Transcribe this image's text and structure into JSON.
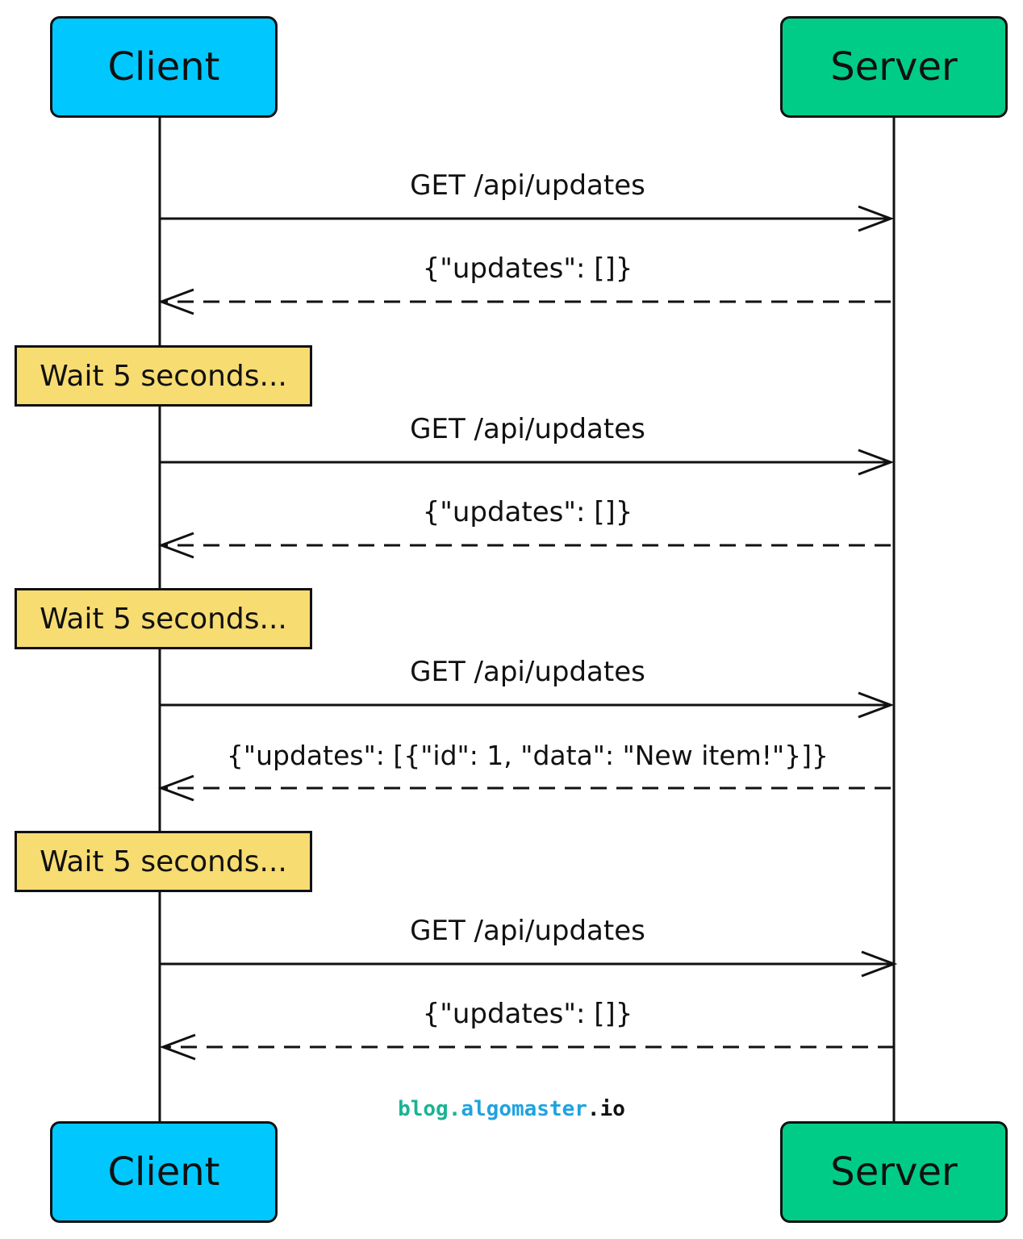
{
  "participants": {
    "client": {
      "label": "Client",
      "color": "#00c8ff"
    },
    "server": {
      "label": "Server",
      "color": "#00cc88"
    }
  },
  "messages": [
    {
      "label": "GET /api/updates",
      "from": "client",
      "to": "server",
      "style": "solid"
    },
    {
      "label": "{\"updates\": []}",
      "from": "server",
      "to": "client",
      "style": "dashed"
    },
    {
      "label": "GET /api/updates",
      "from": "client",
      "to": "server",
      "style": "solid"
    },
    {
      "label": "{\"updates\": []}",
      "from": "server",
      "to": "client",
      "style": "dashed"
    },
    {
      "label": "GET /api/updates",
      "from": "client",
      "to": "server",
      "style": "solid"
    },
    {
      "label": "{\"updates\": [{\"id\": 1, \"data\": \"New item!\"}]}",
      "from": "server",
      "to": "client",
      "style": "dashed"
    },
    {
      "label": "GET /api/updates",
      "from": "client",
      "to": "server",
      "style": "solid"
    },
    {
      "label": "{\"updates\": []}",
      "from": "server",
      "to": "client",
      "style": "dashed"
    }
  ],
  "notes": [
    {
      "label": "Wait 5 seconds...",
      "color": "#f7dc72"
    },
    {
      "label": "Wait 5 seconds...",
      "color": "#f7dc72"
    },
    {
      "label": "Wait 5 seconds..."
    }
  ],
  "watermark": {
    "part1": "blog",
    "part2": ".",
    "part3": "algomaster",
    "part4": ".io",
    "color1": "#1ab394",
    "color2": "#1ab394",
    "color3": "#1fa3e0",
    "color4": "#111111"
  }
}
